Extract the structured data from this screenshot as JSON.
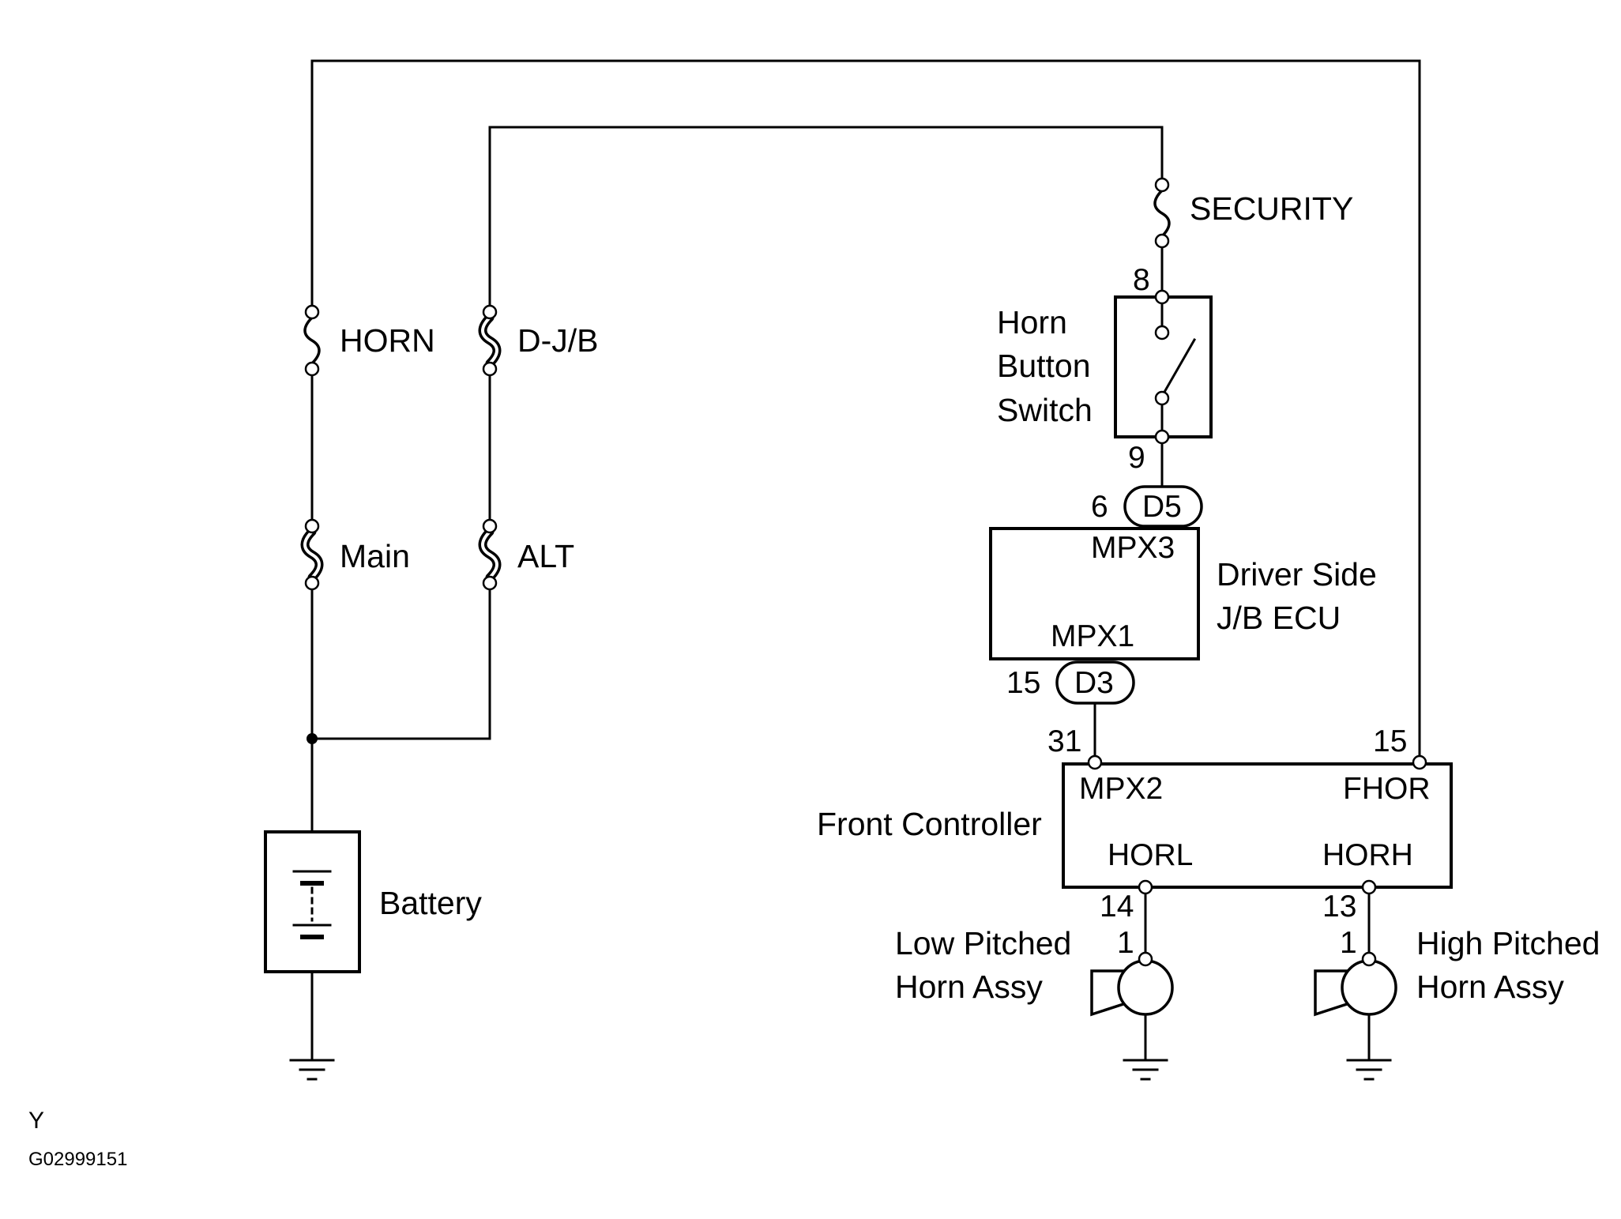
{
  "fuses": {
    "horn": "HORN",
    "djb": "D-J/B",
    "main": "Main",
    "alt": "ALT",
    "security": "SECURITY"
  },
  "components": {
    "battery": "Battery",
    "horn_switch": [
      "Horn",
      "Button",
      "Switch"
    ],
    "driver_jb": [
      "Driver Side",
      "J/B ECU"
    ],
    "front_controller": "Front Controller",
    "low_horn": [
      "Low Pitched",
      "Horn Assy"
    ],
    "high_horn": [
      "High Pitched",
      "Horn Assy"
    ]
  },
  "terminals": {
    "mpx3": "MPX3",
    "mpx1": "MPX1",
    "mpx2": "MPX2",
    "fhor": "FHOR",
    "horl": "HORL",
    "horh": "HORH"
  },
  "connectors": {
    "d5": "D5",
    "d3": "D3"
  },
  "pins": {
    "sw_in": "8",
    "sw_out": "9",
    "d5_pin": "6",
    "d3_pin": "15",
    "fc_mpx2": "31",
    "fc_fhor": "15",
    "fc_horl": "14",
    "fc_horh": "13",
    "low_horn_pin": "1",
    "high_horn_pin": "1"
  },
  "footer": {
    "code": "Y",
    "figure_id": "G02999151"
  }
}
